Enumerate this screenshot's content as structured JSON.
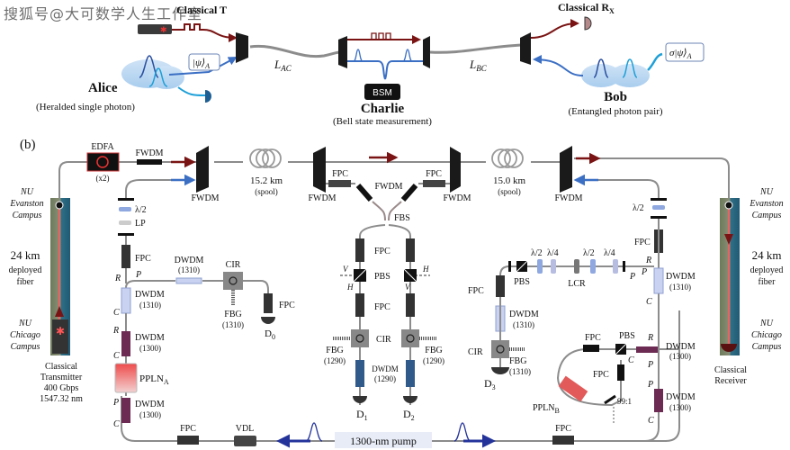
{
  "watermark": "搜狐号@大可数学人生工作室",
  "panel_a": {
    "classical_tx_label": "Classical T",
    "classical_rx_label": "Classical R",
    "classical_rx_sub": "X",
    "alice": {
      "name": "Alice",
      "desc": "(Heralded single photon)",
      "state": "|ψ⟩",
      "state_sub": "A"
    },
    "charlie": {
      "name": "Charlie",
      "desc": "(Bell state measurement)",
      "bsm": "BSM"
    },
    "bob": {
      "name": "Bob",
      "desc": "(Entangled photon pair)",
      "state": "σ|ψ⟩",
      "state_sub": "A"
    },
    "link_ac": "L",
    "link_ac_sub": "AC",
    "link_bc": "L",
    "link_bc_sub": "BC"
  },
  "panel_b": {
    "panel_label": "(b)",
    "left_campus_top": [
      "NU",
      "Evanston",
      "Campus"
    ],
    "left_fiber": [
      "24 km",
      "deployed",
      "fiber"
    ],
    "left_campus_bottom": [
      "NU",
      "Chicago",
      "Campus"
    ],
    "transmitter": [
      "Classical",
      "Transmitter",
      "400 Gbps",
      "1547.32 nm"
    ],
    "right_campus_top": [
      "NU",
      "Evanston",
      "Campus"
    ],
    "right_fiber": [
      "24 km",
      "deployed",
      "fiber"
    ],
    "right_campus_bottom": [
      "NU",
      "Chicago",
      "Campus"
    ],
    "receiver": [
      "Classical",
      "Receiver"
    ],
    "edfa": "EDFA",
    "edfa_sub": "(x2)",
    "fwdm": "FWDM",
    "spool_left": "15.2 km",
    "spool_right": "15.0 km",
    "spool_sub": "(spool)",
    "fpc": "FPC",
    "fbs": "FBS",
    "pbs": "PBS",
    "cir": "CIR",
    "fbg": "FBG",
    "lcr": "LCR",
    "lp": "LP",
    "vdl": "VDL",
    "half_wave": "λ/2",
    "quarter_wave": "λ/4",
    "dwdm": "DWDM",
    "wl_1310": "(1310)",
    "wl_1300": "(1300)",
    "wl_1290": "(1290)",
    "port_r": "R",
    "port_p": "P",
    "port_c": "C",
    "pol_v": "V",
    "pol_h": "H",
    "detectors": {
      "d0": "D",
      "d0_sub": "0",
      "d1": "D",
      "d1_sub": "1",
      "d2": "D",
      "d2_sub": "2",
      "d3": "D",
      "d3_sub": "3"
    },
    "ppln_a": "PPLN",
    "ppln_a_sub": "A",
    "ppln_b": "PPLN",
    "ppln_b_sub": "B",
    "splitter": "99:1",
    "pump": "1300-nm pump"
  },
  "colors": {
    "classical": "#7a1414",
    "quantum": "#3b6fc4",
    "pump": "#23339a",
    "fiber": "#8c8c8c",
    "dwdm_1310": "#c9d2f0",
    "dwdm_1300": "#6b2b52",
    "dwdm_1290": "#2f5a8a",
    "ppln": "#e25a5a",
    "pump_box": "#e8ecf7"
  }
}
